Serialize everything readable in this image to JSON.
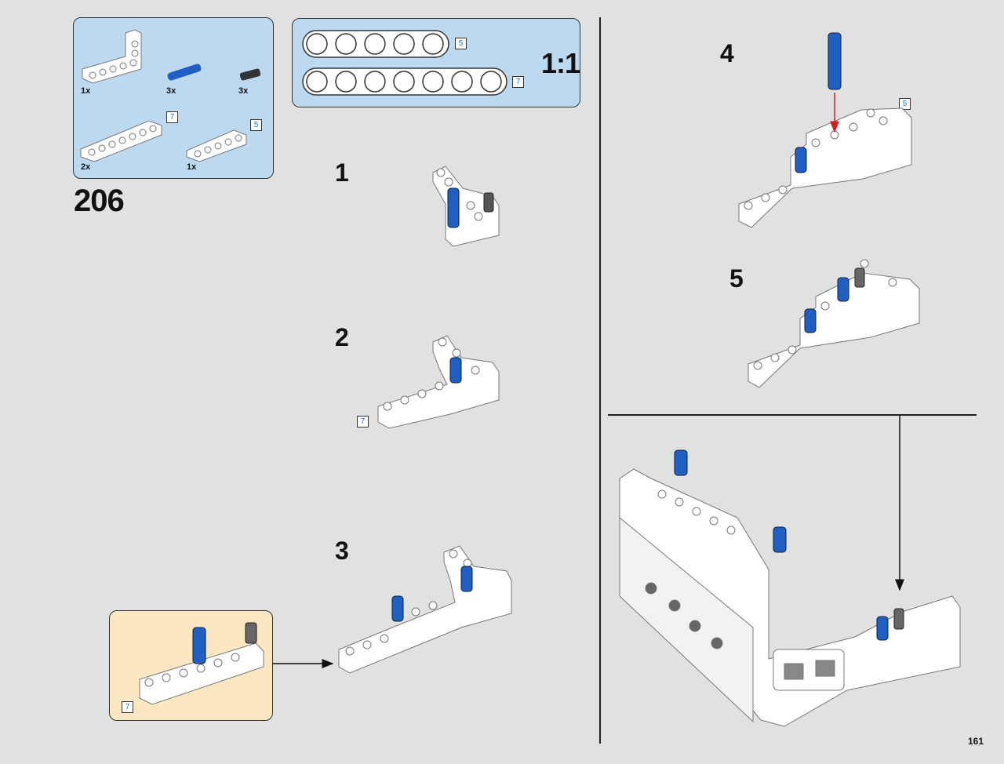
{
  "page": {
    "number": "161"
  },
  "step": {
    "number": "206"
  },
  "parts_list": [
    {
      "qty": "1x",
      "icon": "white-l-beam-icon"
    },
    {
      "qty": "3x",
      "icon": "blue-pin-icon"
    },
    {
      "qty": "3x",
      "icon": "black-pin-icon"
    },
    {
      "qty": "2x",
      "icon": "white-beam-7-icon",
      "length": "7"
    },
    {
      "qty": "1x",
      "icon": "white-beam-5-icon",
      "length": "5"
    }
  ],
  "scale_box": {
    "ratio": "1:1",
    "beam_short_length": "5",
    "beam_long_length": "7"
  },
  "substeps": [
    {
      "number": "1"
    },
    {
      "number": "2",
      "callout_length": "7"
    },
    {
      "number": "3"
    },
    {
      "number": "4",
      "callout_length": "5"
    },
    {
      "number": "5"
    }
  ],
  "subassembly": {
    "callout_length": "7"
  },
  "colors": {
    "blue_box": "#bcd9f0",
    "sub_box": "#fbe8c3",
    "blue_pin": "#1f5fc4",
    "arrow_red": "#d62020",
    "background": "#e1e1e1"
  }
}
